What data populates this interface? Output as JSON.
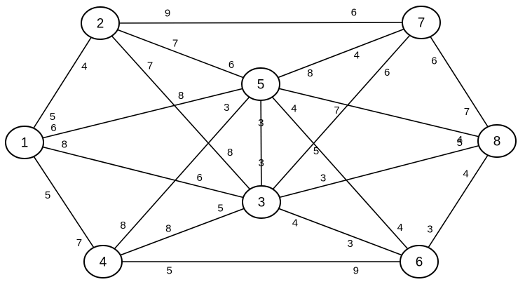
{
  "nodes": [
    {
      "id": "1",
      "label": "1"
    },
    {
      "id": "2",
      "label": "2"
    },
    {
      "id": "3",
      "label": "3"
    },
    {
      "id": "4",
      "label": "4"
    },
    {
      "id": "5",
      "label": "5"
    },
    {
      "id": "6",
      "label": "6"
    },
    {
      "id": "7",
      "label": "7"
    },
    {
      "id": "8",
      "label": "8"
    }
  ],
  "edges": [
    {
      "from": "2",
      "to": "7",
      "weights": [
        "9",
        "6"
      ]
    },
    {
      "from": "2",
      "to": "1",
      "weights": [
        "4",
        "5"
      ]
    },
    {
      "from": "2",
      "to": "5",
      "weights": [
        "7",
        "6"
      ]
    },
    {
      "from": "2",
      "to": "3",
      "weights": [
        "7",
        "8"
      ]
    },
    {
      "from": "7",
      "to": "5",
      "weights": [
        "4",
        "8"
      ]
    },
    {
      "from": "7",
      "to": "3",
      "weights": [
        "6",
        "5"
      ]
    },
    {
      "from": "7",
      "to": "8",
      "weights": [
        "6",
        "7"
      ]
    },
    {
      "from": "1",
      "to": "5",
      "weights": [
        "6",
        "8"
      ]
    },
    {
      "from": "1",
      "to": "3",
      "weights": [
        "8",
        "6"
      ]
    },
    {
      "from": "1",
      "to": "4",
      "weights": [
        "5",
        "7"
      ]
    },
    {
      "from": "5",
      "to": "8",
      "weights": [
        "7",
        "4"
      ]
    },
    {
      "from": "5",
      "to": "3",
      "weights": [
        "3",
        "3"
      ]
    },
    {
      "from": "5",
      "to": "4",
      "weights": [
        "3",
        "8"
      ]
    },
    {
      "from": "5",
      "to": "6",
      "weights": [
        "4",
        "4"
      ]
    },
    {
      "from": "8",
      "to": "3",
      "weights": [
        "5",
        "3"
      ]
    },
    {
      "from": "8",
      "to": "6",
      "weights": [
        "4",
        "3"
      ]
    },
    {
      "from": "3",
      "to": "4",
      "weights": [
        "5",
        "8"
      ]
    },
    {
      "from": "3",
      "to": "6",
      "weights": [
        "4",
        "3"
      ]
    },
    {
      "from": "4",
      "to": "6",
      "weights": [
        "5",
        "9"
      ]
    }
  ]
}
